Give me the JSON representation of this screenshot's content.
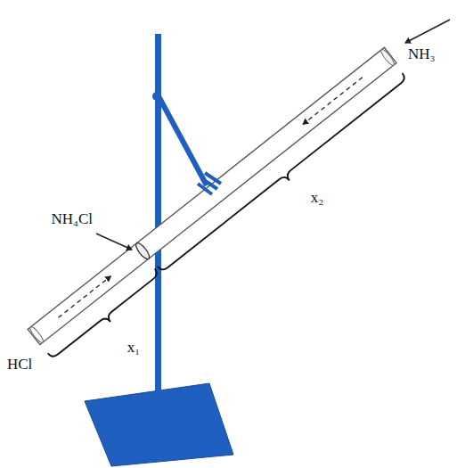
{
  "diagram": {
    "labels": [
      "NH₃",
      "NH₄Cl",
      "x₂",
      "HCl",
      "x₁"
    ]
  }
}
